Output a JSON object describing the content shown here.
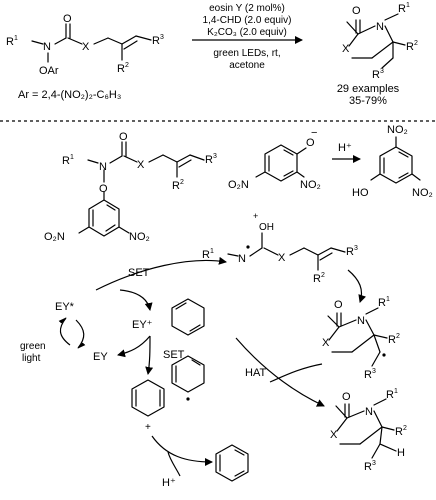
{
  "reaction": {
    "reactant_labels": {
      "r1": "R",
      "sup1": "1",
      "n": "N",
      "o": "O",
      "oar": "OAr",
      "x": "X",
      "r2": "R",
      "sup2": "2",
      "r3": "R",
      "sup3": "3"
    },
    "ar_definition": "Ar = 2,4-(NO₂)₂-C₆H₃",
    "conditions": [
      "eosin Y (2 mol%)",
      "1,4-CHD (2.0 equiv)",
      "K₂CO₃ (2.0 equiv)",
      "green LEDs, rt,",
      "acetone"
    ],
    "product_labels": {
      "o": "O",
      "n": "N",
      "r1": "R",
      "sup1": "1",
      "x": "X",
      "r2": "R",
      "sup2": "2",
      "r3": "R",
      "sup3": "3"
    },
    "summary": [
      "29 examples",
      "35-79%"
    ]
  },
  "mechanism": {
    "substrate_labels": {
      "r1": "R",
      "sup1": "1",
      "n": "N",
      "o": "O",
      "x": "X",
      "r2": "R",
      "sup2": "2",
      "r3": "R",
      "sup3": "3",
      "no2_a": "O₂N",
      "no2_b": "NO₂"
    },
    "phenoxide_labels": {
      "o": "O",
      "minus": "−",
      "no2_a": "O₂N",
      "no2_b": "NO₂",
      "no2_c": "NO₂"
    },
    "proton": "H⁺",
    "phenol_labels": {
      "no2_a": "NO₂",
      "ho": "HO",
      "no2_b": "NO₂"
    },
    "radical_cation_labels": {
      "plus": "+",
      "oh": "OH",
      "r1": "R",
      "sup1": "1",
      "n": "N",
      "x": "X",
      "r2": "R",
      "sup2": "2",
      "r3": "R",
      "sup3": "3"
    },
    "set_upper": "SET",
    "ey_excited": "EY*",
    "ey_cation": "EY⁺",
    "green_light": [
      "green",
      "light"
    ],
    "ey": "EY",
    "set_lower": "SET",
    "hat": "HAT",
    "cyclized_radical_labels": {
      "o": "O",
      "n": "N",
      "r1": "R",
      "sup1": "1",
      "x": "X",
      "r2": "R",
      "sup2": "2",
      "r3": "R",
      "sup3": "3"
    },
    "cation_plus": "+",
    "proton_lower": "H⁺",
    "final_product_labels": {
      "o": "O",
      "n": "N",
      "r1": "R",
      "sup1": "1",
      "x": "X",
      "r2": "R",
      "sup2": "2",
      "h": "H",
      "r3": "R",
      "sup3": "3"
    }
  }
}
